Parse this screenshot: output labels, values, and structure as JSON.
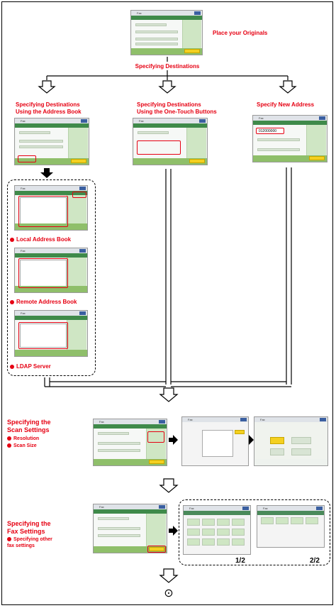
{
  "labels": {
    "place_originals": "Place your Originals",
    "specifying_destinations": "Specifying Destinations",
    "branch_address_book": "Specifying Destinations\nUsing the Address Book",
    "branch_one_touch": "Specifying Destinations\nUsing the One-Touch Buttons",
    "branch_new_address": "Specify New Address",
    "local_address_book": "Local Address Book",
    "remote_address_book": "Remote Address Book",
    "ldap_server": "LDAP Server",
    "scan_settings_title": "Specifying the\nScan Settings",
    "scan_resolution": "Resolution",
    "scan_size": "Scan Size",
    "fax_settings_title": "Specifying the\nFax Settings",
    "fax_other": "Specifying other\nfax settings",
    "page_1": "1/2",
    "page_2": "2/2",
    "end_symbol": "⊙"
  },
  "screen_texts": {
    "fax_title": "Fax",
    "new_address_number": "012000000"
  },
  "colors": {
    "accent_red": "#e60012",
    "screen_green": "#3f8a4a",
    "button_yellow": "#f4d020"
  }
}
